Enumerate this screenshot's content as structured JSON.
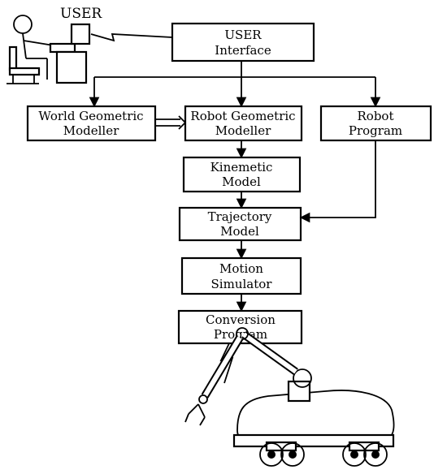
{
  "diagram": {
    "user_label": "USER",
    "boxes": {
      "user_interface": [
        "USER",
        "Interface"
      ],
      "world_geometric_modeller": [
        "World Geometric",
        "Modeller"
      ],
      "robot_geometric_modeller": [
        "Robot Geometric",
        "Modeller"
      ],
      "robot_program": [
        "Robot",
        "Program"
      ],
      "kinemetic_model": [
        "Kinemetic",
        "Model"
      ],
      "trajectory_model": [
        "Trajectory",
        "Model"
      ],
      "motion_simulator": [
        "Motion",
        "Simulator"
      ],
      "conversion_program": [
        "Conversion",
        "Program"
      ]
    },
    "colors": {
      "stroke": "#000000",
      "background": "#ffffff"
    },
    "icons": [
      "user-at-terminal-icon",
      "mobile-robot-arm-icon",
      "lightning-link-icon"
    ]
  }
}
